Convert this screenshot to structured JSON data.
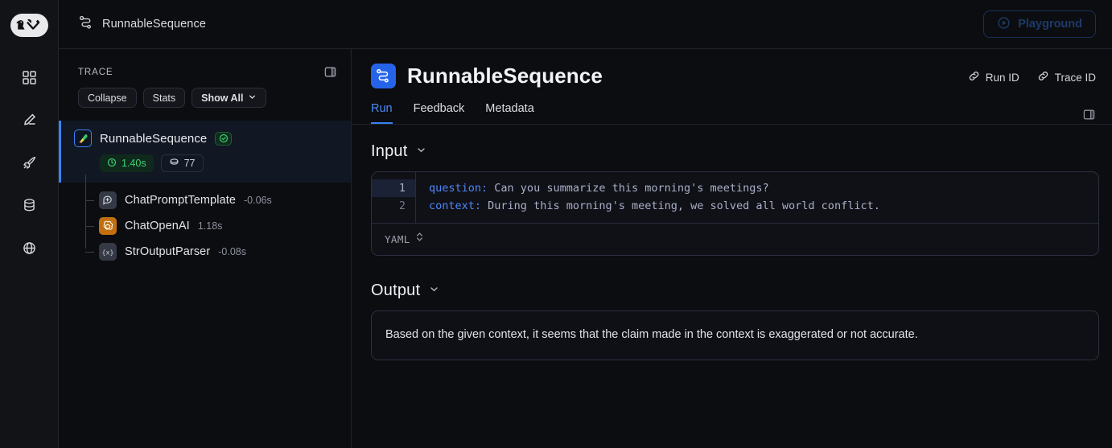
{
  "app": {
    "logo_name": "langsmith-logo",
    "accent": "#3b82f6",
    "background": "#0c0d10"
  },
  "rail": {
    "items": [
      {
        "icon": "grid-icon",
        "name": "dashboard"
      },
      {
        "icon": "pencil-icon",
        "name": "annotate"
      },
      {
        "icon": "rocket-icon",
        "name": "deployments"
      },
      {
        "icon": "database-icon",
        "name": "datasets"
      },
      {
        "icon": "globe-icon",
        "name": "hub"
      }
    ]
  },
  "topbar": {
    "breadcrumb": "RunnableSequence",
    "breadcrumb_icon": "sequence-icon",
    "playground_label": "Playground",
    "playground_icon": "play-circle-icon",
    "playground_color": "#1d3a68"
  },
  "trace": {
    "title": "TRACE",
    "panel_toggle_icon": "panel-right-icon",
    "buttons": [
      {
        "label": "Collapse",
        "name": "collapse"
      },
      {
        "label": "Stats",
        "name": "stats"
      },
      {
        "label": "Show All",
        "name": "show-all",
        "icon": "chevron-down-icon"
      }
    ],
    "root": {
      "name": "RunnableSequence",
      "icon": "parrot-icon",
      "status_icon": "check-circle-icon",
      "status_color": "#3ecf72",
      "duration": "1.40s",
      "duration_icon": "clock-icon",
      "tokens": "77",
      "tokens_icon": "token-icon"
    },
    "children": [
      {
        "name": "ChatPromptTemplate",
        "duration": "-0.06s",
        "icon": "chat-bubble-icon",
        "chip": "gray"
      },
      {
        "name": "ChatOpenAI",
        "duration": "1.18s",
        "icon": "openai-icon",
        "chip": "openai"
      },
      {
        "name": "StrOutputParser",
        "duration": "-0.08s",
        "icon": "braces-x-icon",
        "chip": "gray"
      }
    ]
  },
  "detail": {
    "title": "RunnableSequence",
    "title_icon": "sequence-icon",
    "actions": [
      {
        "label": "Run ID",
        "icon": "link-icon",
        "name": "run-id"
      },
      {
        "label": "Trace ID",
        "icon": "link-icon",
        "name": "trace-id"
      }
    ],
    "panel_toggle_icon": "panel-right-icon",
    "tabs": [
      {
        "label": "Run",
        "active": true
      },
      {
        "label": "Feedback",
        "active": false
      },
      {
        "label": "Metadata",
        "active": false
      }
    ],
    "input": {
      "heading": "Input",
      "chevron_icon": "chevron-down-icon",
      "format": "YAML",
      "format_icon": "chevron-updown-icon",
      "lines": [
        {
          "number": "1",
          "key": "question",
          "value": "Can you summarize this morning's meetings?",
          "active": true
        },
        {
          "number": "2",
          "key": "context",
          "value": "During this morning's meeting, we solved all world conflict.",
          "active": false
        }
      ]
    },
    "output": {
      "heading": "Output",
      "chevron_icon": "chevron-down-icon",
      "text": "Based on the given context, it seems that the claim made in the context is exaggerated or not accurate."
    }
  }
}
